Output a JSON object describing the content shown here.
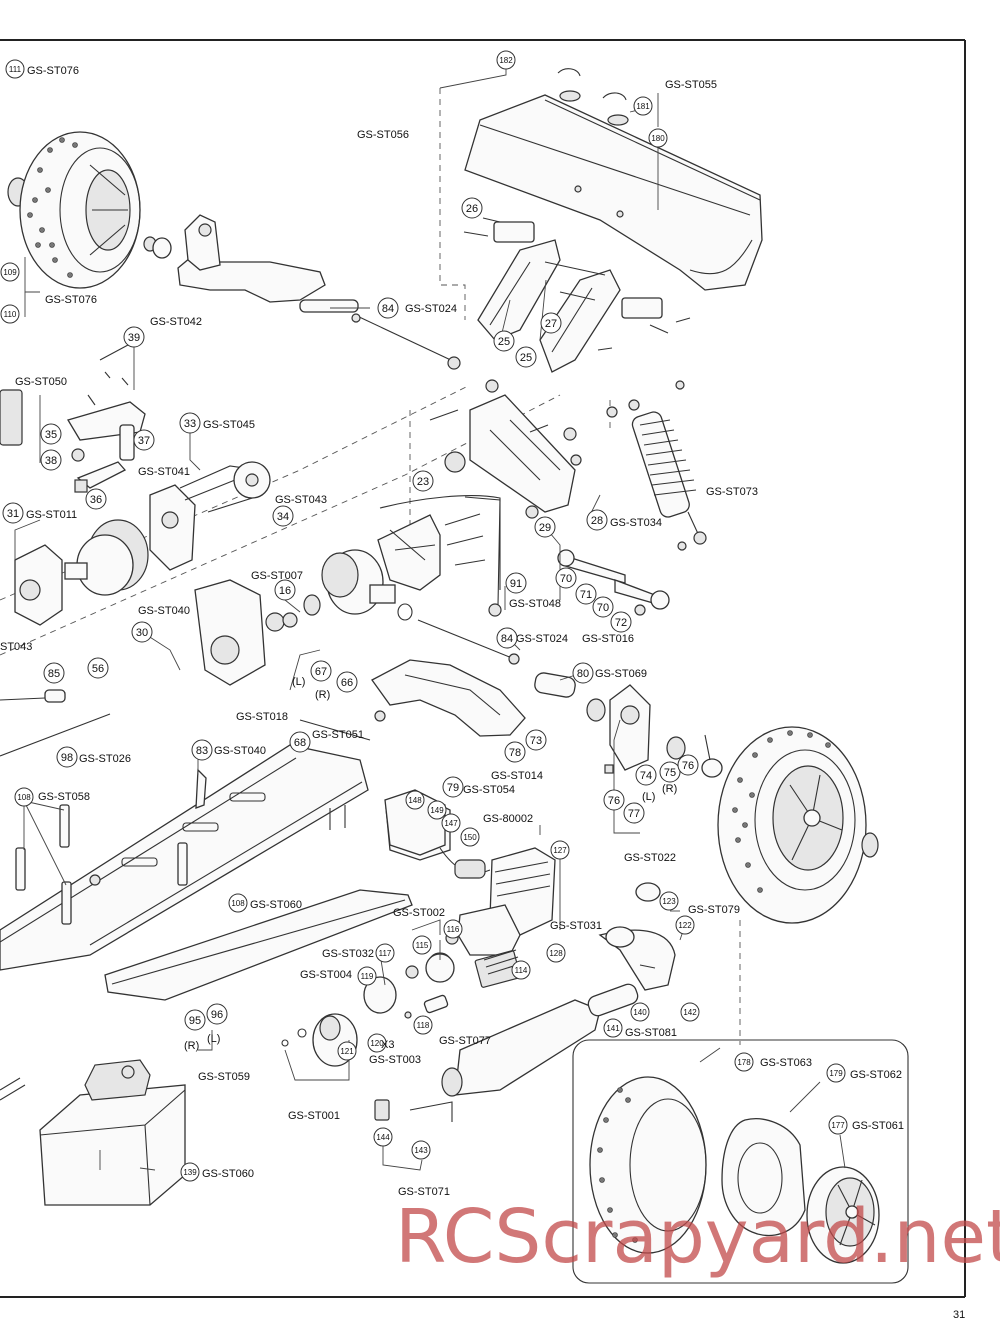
{
  "page_number": "31",
  "watermark": "RCScrapyard.net",
  "part_codes": {
    "st076_top": "GS-ST076",
    "st076_wheel": "GS-ST076",
    "st056": "GS-ST056",
    "st055": "GS-ST055",
    "st042": "GS-ST042",
    "st050": "GS-ST050",
    "st024_top": "GS-ST024",
    "st045": "GS-ST045",
    "st041": "GS-ST041",
    "st043_top": "GS-ST043",
    "st011": "GS-ST011",
    "st073": "GS-ST073",
    "st034": "GS-ST034",
    "st007": "GS-ST007",
    "st048": "GS-ST048",
    "st040_top": "GS-ST040",
    "st043_left": "ST043",
    "st024_mid": "GS-ST024",
    "st016": "GS-ST016",
    "st069": "GS-ST069",
    "st018": "GS-ST018",
    "st051": "GS-ST051",
    "st026": "GS-ST026",
    "st040_mid": "GS-ST040",
    "st014": "GS-ST014",
    "st054": "GS-ST054",
    "st058": "GS-ST058",
    "g80002": "GS-80002",
    "st022": "GS-ST022",
    "st060_chassis": "GS-ST060",
    "st002": "GS-ST002",
    "st031": "GS-ST031",
    "st079": "GS-ST079",
    "st032": "GS-ST032",
    "st004": "GS-ST004",
    "st003": "GS-ST003",
    "st077": "GS-ST077",
    "st081": "GS-ST081",
    "st059": "GS-ST059",
    "st001": "GS-ST001",
    "st063": "GS-ST063",
    "st062": "GS-ST062",
    "st061": "GS-ST061",
    "st060_tank": "GS-ST060",
    "st071": "GS-ST071"
  },
  "side_labels": {
    "left_l": "(L)",
    "right_r": "(R)",
    "knuckle_l": "(L)",
    "knuckle_r": "(R)",
    "bottom_r": "(R)",
    "bottom_l": "(L)",
    "x3": "X3"
  },
  "callouts": {
    "c111": "111",
    "c109": "109",
    "c110": "110",
    "c182": "182",
    "c181": "181",
    "c180": "180",
    "c26": "26",
    "c84a": "84",
    "c25a": "25",
    "c27": "27",
    "c25b": "25",
    "c39": "39",
    "c35": "35",
    "c38": "38",
    "c37": "37",
    "c36": "36",
    "c33": "33",
    "c23": "23",
    "c34": "34",
    "c31": "31",
    "c29": "29",
    "c28": "28",
    "c16": "16",
    "c91": "91",
    "c70a": "70",
    "c71": "71",
    "c70b": "70",
    "c72": "72",
    "c30": "30",
    "c84b": "84",
    "c85": "85",
    "c56": "56",
    "c67": "67",
    "c66": "66",
    "c80": "80",
    "c68": "68",
    "c98": "98",
    "c83": "83",
    "c78": "78",
    "c73": "73",
    "c74": "74",
    "c75": "75",
    "c76a": "76",
    "c76b": "76",
    "c77": "77",
    "c79": "79",
    "c148": "148",
    "c149": "149",
    "c147": "147",
    "c150": "150",
    "c108a": "108",
    "c127": "127",
    "c108b": "108",
    "c116": "116",
    "c115": "115",
    "c123": "123",
    "c122": "122",
    "c117": "117",
    "c128": "128",
    "c114": "114",
    "c119": "119",
    "c140": "140",
    "c142": "142",
    "c141": "141",
    "c95": "95",
    "c96": "96",
    "c120": "120",
    "c118": "118",
    "c121": "121",
    "c178": "178",
    "c179": "179",
    "c177": "177",
    "c144": "144",
    "c143": "143",
    "c139": "139"
  },
  "icons": {
    "wheel_top": "knobby-tire-wheel-icon",
    "wheel_right": "knobby-tire-wheel-icon",
    "wing": "rear-wing-icon",
    "shock": "coil-shock-icon",
    "engine": "nitro-engine-icon",
    "exhaust": "exhaust-pipe-icon",
    "fuel_tank": "fuel-tank-icon",
    "chassis": "chassis-plate-icon"
  }
}
